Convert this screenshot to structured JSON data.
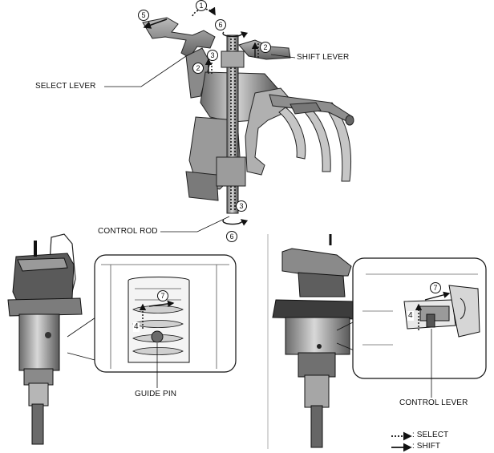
{
  "labels": {
    "shift_lever": "SHIFT LEVER",
    "select_lever": "SELECT LEVER",
    "control_rod": "CONTROL ROD",
    "guide_pin": "GUIDE PIN",
    "control_lever": "CONTROL LEVER"
  },
  "legend": {
    "select": ": SELECT",
    "shift": ": SHIFT"
  },
  "callouts": {
    "n1": "1",
    "n2": "2",
    "n3": "3",
    "n4": "4",
    "n5": "5",
    "n6": "6",
    "n7": "7"
  }
}
